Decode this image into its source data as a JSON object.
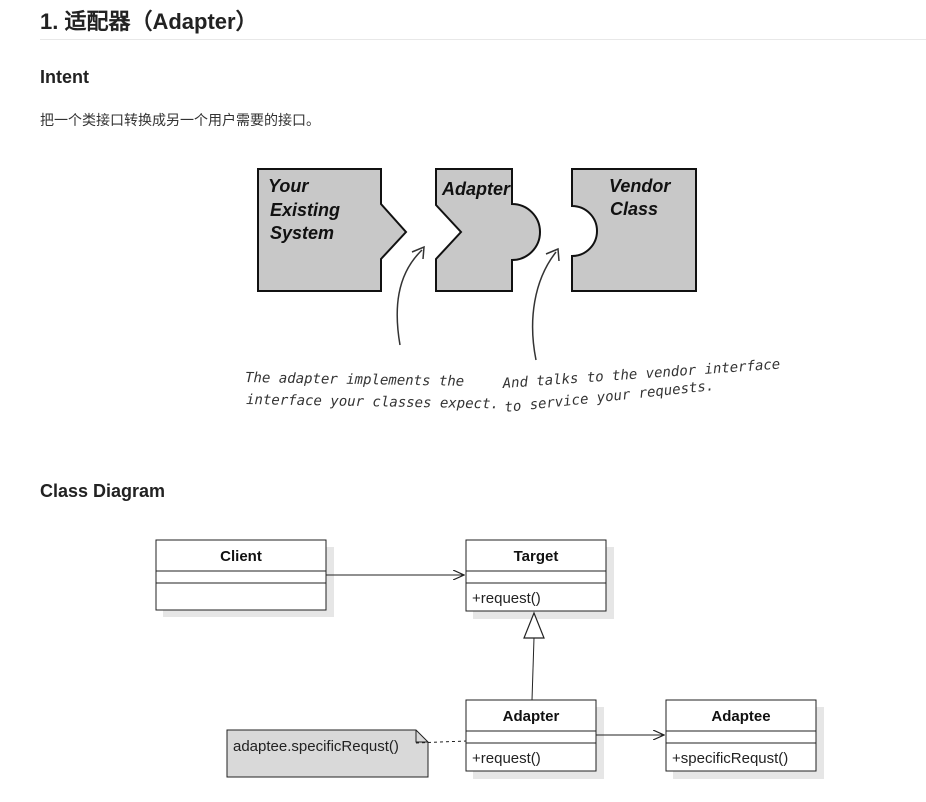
{
  "heading": "1. 适配器（Adapter）",
  "intent": {
    "title": "Intent",
    "text": "把一个类接口转换成另一个用户需要的接口。"
  },
  "adapter_figure": {
    "existing_lines": [
      "Your",
      "Existing",
      "System"
    ],
    "adapter_label": "Adapter",
    "vendor_lines": [
      "Vendor",
      "Class"
    ],
    "note_left_lines": [
      "The adapter implements the",
      "interface your classes expect."
    ],
    "note_right_lines": [
      "And talks to the vendor interface",
      "to service your requests."
    ]
  },
  "class_diagram": {
    "title": "Class Diagram",
    "classes": {
      "client": {
        "name": "Client",
        "method": ""
      },
      "target": {
        "name": "Target",
        "method": "+request()"
      },
      "adapter": {
        "name": "Adapter",
        "method": "+request()"
      },
      "adaptee": {
        "name": "Adaptee",
        "method": "+specificRequst()"
      }
    },
    "note": "adaptee.specificRequst()"
  }
}
